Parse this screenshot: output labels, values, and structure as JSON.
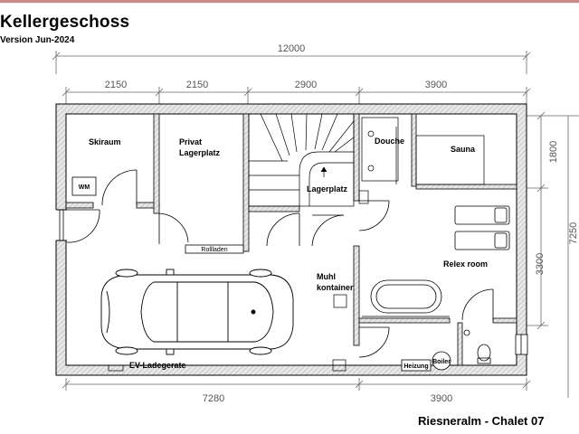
{
  "header": {
    "title": "Kellergeschoss",
    "version": "Version Jun-2024"
  },
  "footer": {
    "project": "Riesneralm - Chalet 07"
  },
  "dimensions": {
    "total_top": "12000",
    "top_segments": [
      "2150",
      "2150",
      "2900",
      "3900"
    ],
    "bottom_segments": [
      "7280",
      "3900"
    ],
    "right_segments": [
      "1800",
      "3300"
    ],
    "right_total": "7250"
  },
  "rooms": {
    "skiraum": "Skiraum",
    "wm": "WM",
    "privat_lager_1": "Privat",
    "privat_lager_2": "Lagerplatz",
    "lagerplatz": "Lagerplatz",
    "rollladen": "Rollladen",
    "douche": "Douche",
    "sauna": "Sauna",
    "relax": "Relex room",
    "muhl_1": "Muhl",
    "muhl_2": "kontainer",
    "ev": "EV-Ladegerate",
    "heizung": "Heizung",
    "boiler": "Boiler"
  },
  "colors": {
    "wall": "#e0e0e0",
    "line": "#000000",
    "dimension": "#555555",
    "accent": "#c98a8a"
  }
}
